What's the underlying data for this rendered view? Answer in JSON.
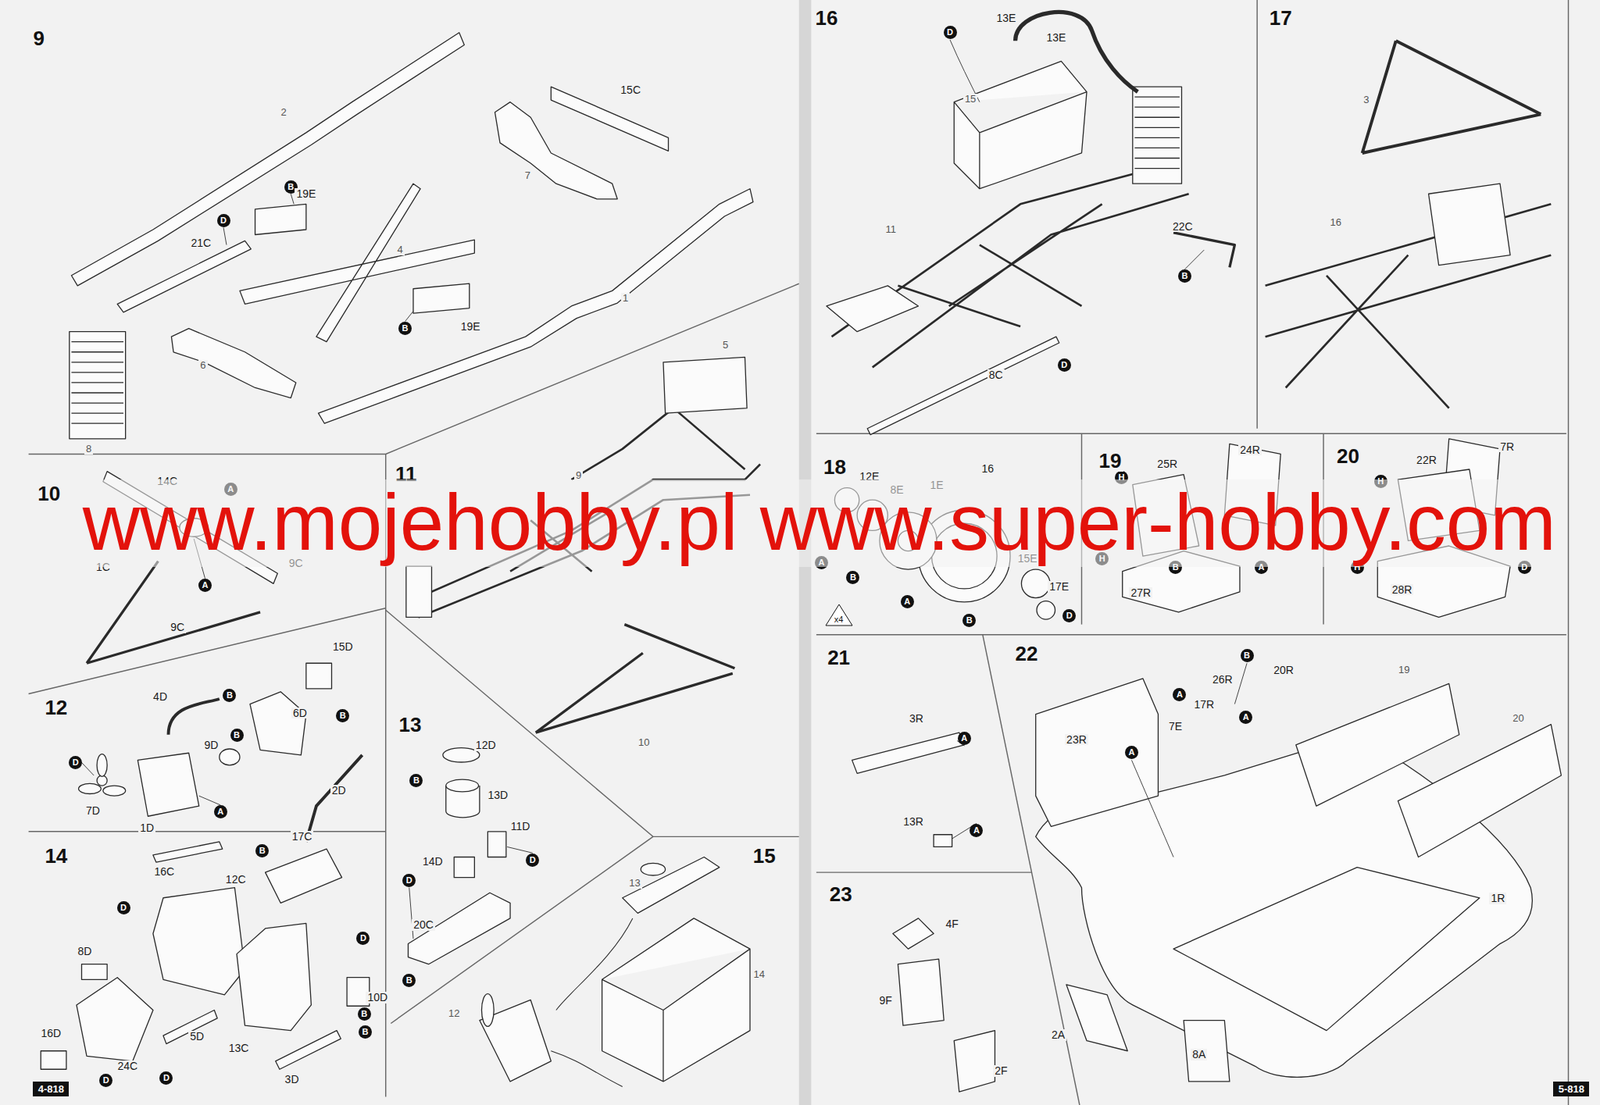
{
  "diagram": {
    "nodes": [
      {
        "text": [
          "B"
        ]
      },
      {
        "text": [
          "D"
        ]
      },
      {
        "text": [
          "B"
        ]
      },
      {
        "text": [
          "A"
        ]
      },
      {
        "text": [
          "A"
        ]
      },
      {
        "text": [
          "B"
        ]
      },
      {
        "text": [
          "B"
        ]
      },
      {
        "text": [
          "B"
        ]
      },
      {
        "text": [
          "D"
        ]
      },
      {
        "text": [
          "A"
        ]
      },
      {
        "text": [
          "B"
        ]
      },
      {
        "text": [
          "D"
        ]
      },
      {
        "text": [
          "D"
        ]
      },
      {
        "text": [
          "B"
        ]
      },
      {
        "text": [
          "B"
        ]
      },
      {
        "text": [
          "D"
        ]
      },
      {
        "text": [
          "D"
        ]
      },
      {
        "text": [
          "B"
        ]
      },
      {
        "text": [
          "B"
        ]
      },
      {
        "text": [
          "D"
        ]
      },
      {
        "text": [
          "D"
        ]
      },
      {
        "text": [
          "4-818"
        ]
      },
      {
        "text": [
          "D"
        ]
      },
      {
        "text": [
          "B"
        ]
      },
      {
        "text": [
          "D"
        ]
      },
      {
        "text": [
          "A"
        ]
      },
      {
        "text": [
          "B"
        ]
      },
      {
        "text": [
          "A"
        ]
      },
      {
        "text": [
          "B"
        ]
      },
      {
        "text": [
          "D"
        ]
      },
      {
        "text": [
          "x4"
        ]
      },
      {
        "text": [
          "H"
        ]
      },
      {
        "text": [
          "H"
        ]
      },
      {
        "text": [
          "B"
        ]
      },
      {
        "text": [
          "A"
        ]
      },
      {
        "text": [
          "H"
        ]
      },
      {
        "text": [
          "H"
        ]
      },
      {
        "text": [
          "D"
        ]
      },
      {
        "text": [
          "A"
        ]
      },
      {
        "text": [
          "A"
        ]
      },
      {
        "text": [
          "B"
        ]
      },
      {
        "text": [
          "A"
        ]
      },
      {
        "text": [
          "A"
        ]
      },
      {
        "text": [
          "A"
        ]
      },
      {
        "text": [
          "5-818"
        ]
      }
    ],
    "labels": [
      "9",
      "15C",
      "2",
      "7",
      "19E",
      "21C",
      "4",
      "1",
      "19E",
      "6",
      "8",
      "10",
      "14C",
      "9C",
      "1C",
      "9C",
      "11",
      "9",
      "5",
      "10",
      "12",
      "15D",
      "4D",
      "6D",
      "9D",
      "7D",
      "1D",
      "2D",
      "13",
      "12D",
      "13D",
      "11D",
      "14D",
      "20C",
      "14",
      "16C",
      "17C",
      "12C",
      "8D",
      "10D",
      "16D",
      "24C",
      "5D",
      "13C",
      "3D",
      "15",
      "13",
      "12",
      "14",
      "16",
      "13E",
      "13E",
      "15",
      "11",
      "22C",
      "8C",
      "17",
      "3",
      "16",
      "18",
      "12E",
      "8E",
      "1E",
      "16",
      "15E",
      "17E",
      "19",
      "25R",
      "24R",
      "27R",
      "20",
      "22R",
      "7R",
      "28R",
      "21",
      "3R",
      "13R",
      "22",
      "20R",
      "26R",
      "17R",
      "19",
      "20",
      "7E",
      "23R",
      "1R",
      "2A",
      "8A",
      "23",
      "4F",
      "9F",
      "2F",
      "www.mojehobby.pl www.super-hobby.com"
    ]
  }
}
